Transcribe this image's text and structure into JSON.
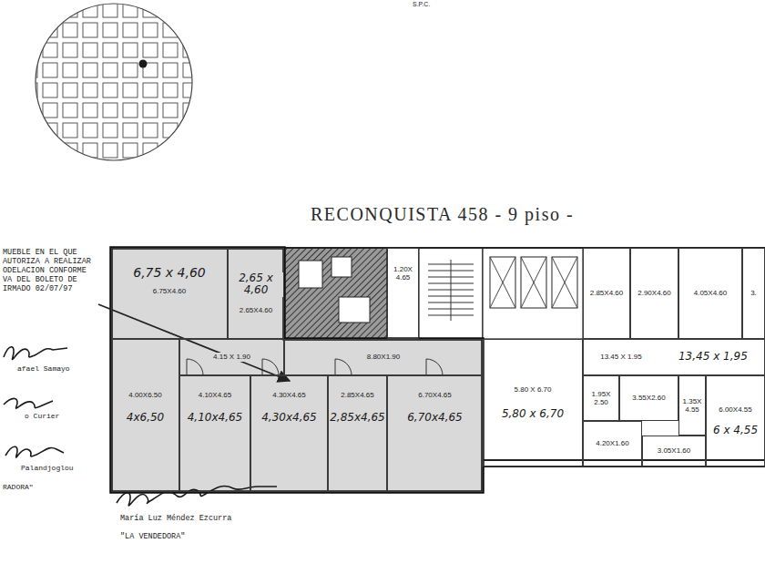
{
  "diagram": {
    "title": "RECONQUISTA 458 - 9 piso -",
    "nodes": [
      {
        "text": [
          "6,75 x 4,60",
          "6.75X4.60"
        ]
      },
      {
        "text": [
          "2,65 x 4,60",
          "2.65X4.60"
        ]
      },
      {
        "text": [
          "1.20X 4.65"
        ]
      },
      {
        "text": [
          "2.85X4.60"
        ]
      },
      {
        "text": [
          "2.90X4.60"
        ]
      },
      {
        "text": [
          "4.05X4.60"
        ]
      },
      {
        "text": [
          "3."
        ]
      },
      {
        "text": [
          "4.15 X 1.90"
        ]
      },
      {
        "text": [
          "8.80X1.90"
        ]
      },
      {
        "text": [
          "5.80 X 6.70",
          "5,80 x 6,70"
        ]
      },
      {
        "text": [
          "13.45 X 1.95",
          "13,45 x 1,95"
        ]
      },
      {
        "text": [
          "4.00X6.50",
          "4x6,50"
        ]
      },
      {
        "text": [
          "4.10X4.65",
          "4,10x4,65"
        ]
      },
      {
        "text": [
          "4.30X4.65",
          "4,30x4,65"
        ]
      },
      {
        "text": [
          "2.85X4.65",
          "2,85x4,65"
        ]
      },
      {
        "text": [
          "6.70X4.65",
          "6,70x4,65"
        ]
      },
      {
        "text": [
          "1.95X 2.50"
        ]
      },
      {
        "text": [
          "3.55X2.60"
        ]
      },
      {
        "text": [
          "1.35X 4.55"
        ]
      },
      {
        "text": [
          "6.00X4.55",
          "6 x 4,55"
        ]
      },
      {
        "text": [
          "4.20X1.60"
        ]
      },
      {
        "text": [
          "3.05X1.60"
        ]
      }
    ],
    "labels": [
      "S.P.C.",
      "MUEBLE EN EL QUE AUTORIZA A REALIZAR ODELACION CONFORME VA DEL BOLETO DE IRMADO 02/07/97",
      "afael Samayo",
      "o Curier",
      "Palandjoglou",
      "RADORA\"",
      "María Luz Méndez Ezcurra",
      "\"LA VENDEDORA\""
    ]
  }
}
